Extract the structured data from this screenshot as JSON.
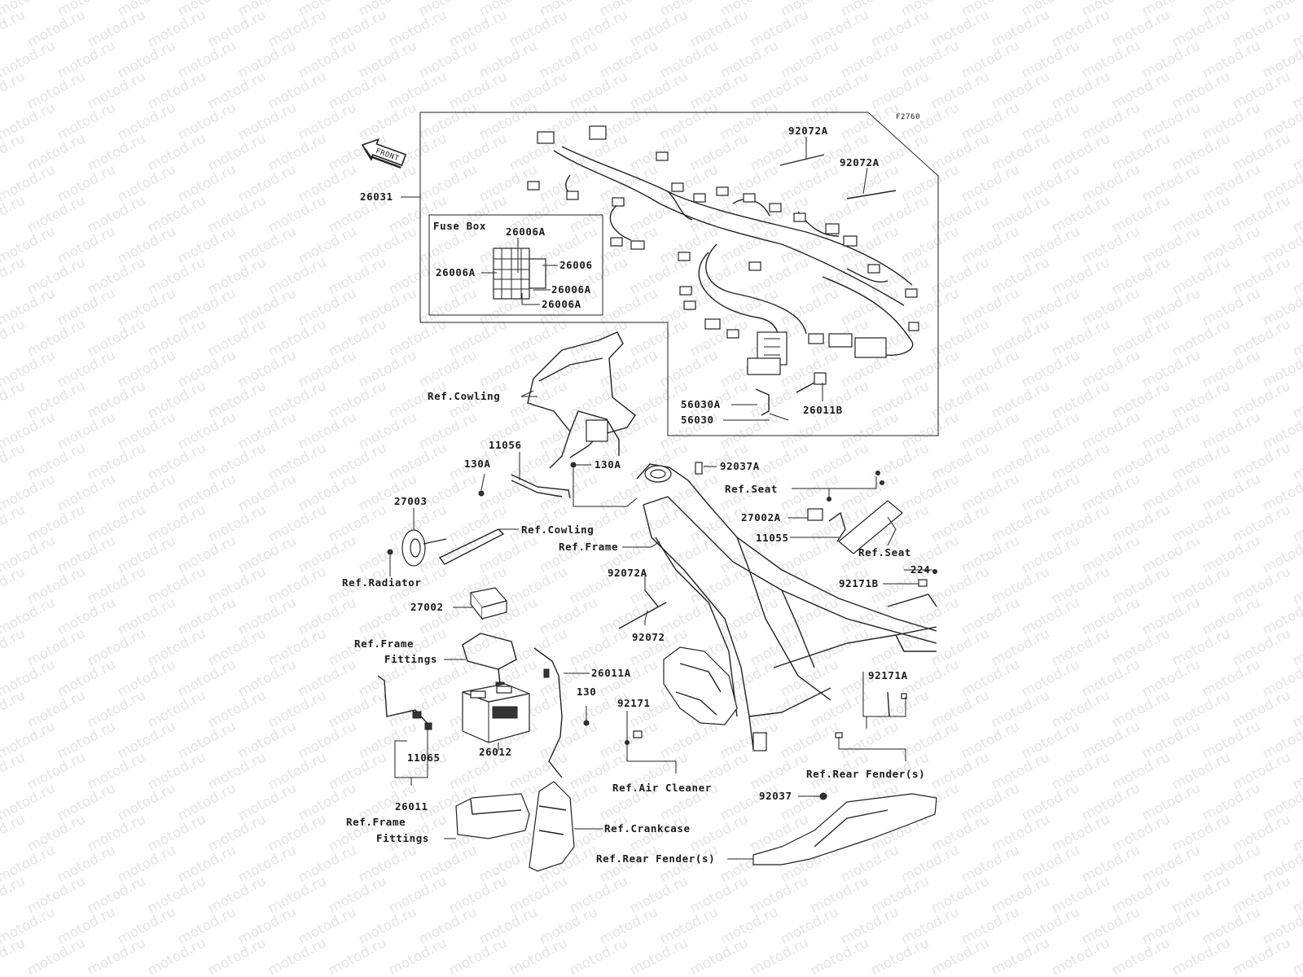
{
  "watermark": "motod.ru",
  "figure_code": "F2760",
  "front_label": "FRONT",
  "fuse_box": {
    "title": "Fuse Box",
    "labels": [
      "26006A",
      "26006A",
      "26006",
      "26006A",
      "26006A"
    ]
  },
  "labels": [
    {
      "key": "p92072A_1",
      "text": "92072A"
    },
    {
      "key": "p92072A_2",
      "text": "92072A"
    },
    {
      "key": "p26031",
      "text": "26031"
    },
    {
      "key": "p56030A",
      "text": "56030A"
    },
    {
      "key": "p56030",
      "text": "56030"
    },
    {
      "key": "p26011B",
      "text": "26011B"
    },
    {
      "key": "refCowling1",
      "text": "Ref.Cowling"
    },
    {
      "key": "p11056",
      "text": "11056"
    },
    {
      "key": "p130A_1",
      "text": "130A"
    },
    {
      "key": "p130A_2",
      "text": "130A"
    },
    {
      "key": "p92037A",
      "text": "92037A"
    },
    {
      "key": "refSeat1",
      "text": "Ref.Seat"
    },
    {
      "key": "p27003",
      "text": "27003"
    },
    {
      "key": "refCowling2",
      "text": "Ref.Cowling"
    },
    {
      "key": "p27002A",
      "text": "27002A"
    },
    {
      "key": "p11055",
      "text": "11055"
    },
    {
      "key": "refFrame",
      "text": "Ref.Frame"
    },
    {
      "key": "refSeat2",
      "text": "Ref.Seat"
    },
    {
      "key": "refRadiator",
      "text": "Ref.Radiator"
    },
    {
      "key": "p92072A_3",
      "text": "92072A"
    },
    {
      "key": "p224",
      "text": "224"
    },
    {
      "key": "p92171B",
      "text": "92171B"
    },
    {
      "key": "p27002",
      "text": "27002"
    },
    {
      "key": "p92072",
      "text": "92072"
    },
    {
      "key": "refFrameFit1a",
      "text": "Ref.Frame"
    },
    {
      "key": "refFrameFit1b",
      "text": "Fittings"
    },
    {
      "key": "p26011A",
      "text": "26011A"
    },
    {
      "key": "p130",
      "text": "130"
    },
    {
      "key": "p92171A",
      "text": "92171A"
    },
    {
      "key": "p92171",
      "text": "92171"
    },
    {
      "key": "p11065",
      "text": "11065"
    },
    {
      "key": "p26012",
      "text": "26012"
    },
    {
      "key": "refAirCleaner",
      "text": "Ref.Air Cleaner"
    },
    {
      "key": "refRearFender1",
      "text": "Ref.Rear Fender(s)"
    },
    {
      "key": "p26011",
      "text": "26011"
    },
    {
      "key": "p92037",
      "text": "92037"
    },
    {
      "key": "refFrameFit2a",
      "text": "Ref.Frame"
    },
    {
      "key": "refFrameFit2b",
      "text": "Fittings"
    },
    {
      "key": "refCrankcase",
      "text": "Ref.Crankcase"
    },
    {
      "key": "refRearFender2",
      "text": "Ref.Rear Fender(s)"
    }
  ]
}
